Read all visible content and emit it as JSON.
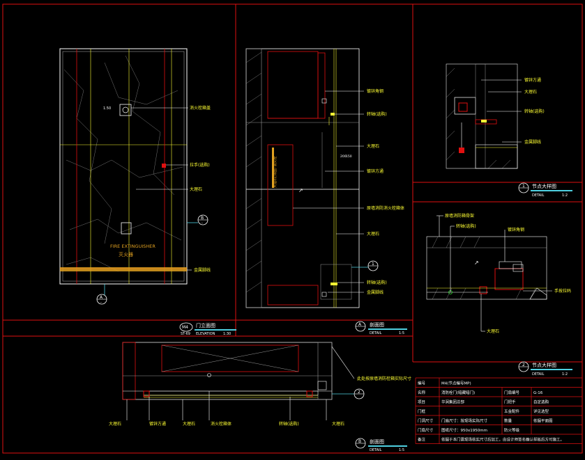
{
  "colors": {
    "background": "#000000",
    "frame": "#e01010",
    "line": "#ffffff",
    "yellow": "#ffff33",
    "gray": "#9a9a9a",
    "cyan": "#4fd0e0",
    "orange": "#e0a020"
  },
  "elevation": {
    "labels": {
      "extinguisher_box": "消火栓箱盖",
      "handle": "拉手(选购)",
      "marble": "大理石",
      "metal_trim": "金属脚线"
    },
    "fire_en": "FIRE EXTINGUISHER",
    "fire_cn": "灭火器",
    "section_tag_id": "B",
    "section_tag_sub": "-",
    "bottom_tag_id": "A",
    "bottom_tag_sub": "-",
    "title_badge": "M4",
    "title": "门立面图",
    "subtitle_code": "ST-69",
    "subtitle_en": "ELEVATION",
    "scale": "1:30",
    "dim_label": "1.50"
  },
  "section_a": {
    "labels": {
      "wood_keel_top": "镀锌角钢",
      "hinge_top": "转轴(选购)",
      "marble_1": "大理石",
      "wood_square": "镀锌方通",
      "fire_box": "原墙消防消火栓箱体",
      "marble_2": "大理石",
      "hinge_bottom": "转轴(选购)",
      "metal_trim": "金属脚线",
      "vertical_text": "大理石(饰面) 消火栓",
      "dim_a": "200",
      "dim_b": "150"
    },
    "detail_tag_id": "1",
    "title_tag_id": "A",
    "title": "剖面图",
    "subtitle_en": "DETAIL",
    "scale": "1:5"
  },
  "detail_1": {
    "labels": {
      "wood_square": "镀锌方通",
      "marble": "大理石",
      "hinge": "转轴(选购)",
      "metal_trim": "金属脚线"
    },
    "tag_id": "1",
    "title": "节点大样图",
    "subtitle_en": "DETAIL",
    "scale": "1:2"
  },
  "detail_2": {
    "labels": {
      "wall_fire": "原墙消防箱骨架",
      "hinge": "转轴(选购)",
      "keel": "镀锌角钢",
      "handle": "手按拉码",
      "marble": "大理石"
    },
    "tag_id": "2",
    "title": "节点大样图",
    "subtitle_en": "DETAIL",
    "scale": "1:2"
  },
  "plan_b": {
    "labels": {
      "note": "此处按原墙消防栓箱实际尺寸",
      "marble_left": "大理石",
      "wood_square": "镀锌方通",
      "marble_mid": "大理石",
      "fire_box": "消火栓箱体",
      "hinge": "转轴(选购)",
      "marble_right": "大理石"
    },
    "detail_tag_id": "2",
    "title_tag_id": "B",
    "title": "剖面图",
    "subtitle_en": "DETAIL",
    "scale": "1:5"
  },
  "schedule": {
    "rows": [
      [
        "编号",
        "M4(节点编号MP)",
        "",
        ""
      ],
      [
        "名称",
        "消防栓门(暗藏暗门)",
        "门扇编号",
        "G-16"
      ],
      [
        "项目",
        "华润集团总部",
        "门把手",
        "自定选购"
      ],
      [
        "门框",
        "",
        "五金配件",
        "详见选型"
      ],
      [
        "门洞尺寸",
        "门扇尺寸：按现场实际尺寸",
        "数量",
        "依据平面图"
      ],
      [
        "门扇尺寸",
        "图纸尺寸：950x1950mm",
        "防火等级",
        ""
      ],
      [
        "备注",
        "依据于本门需现场核实尺寸后加工，由设计师签名确认样板后方可施工。",
        "",
        ""
      ]
    ]
  }
}
